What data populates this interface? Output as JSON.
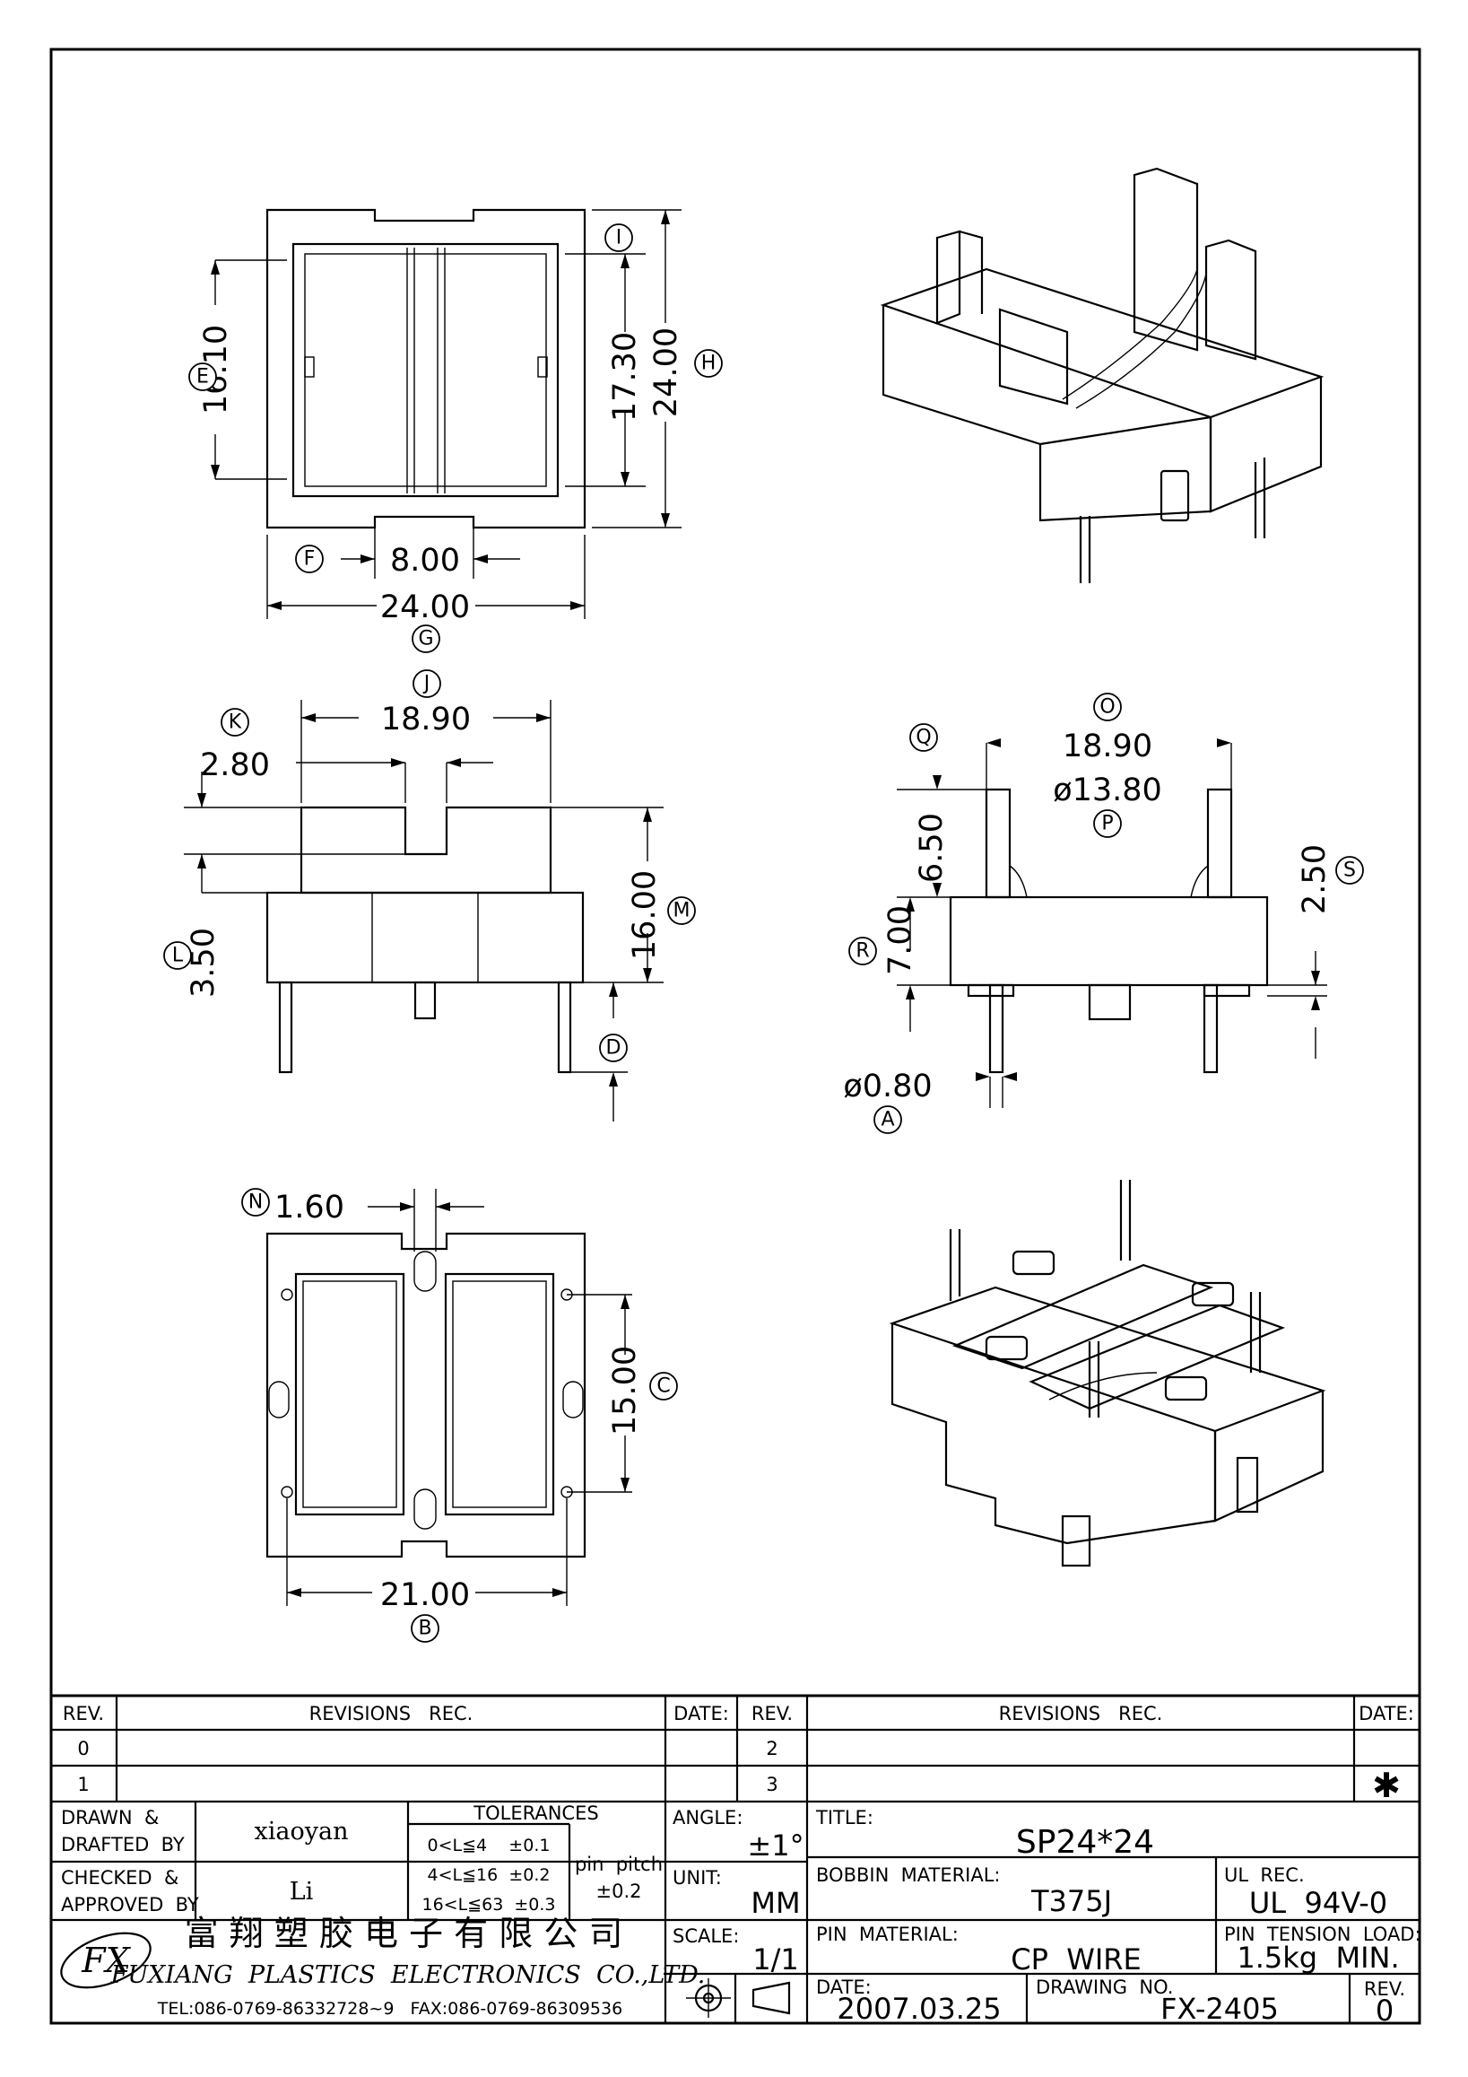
{
  "dimensions": {
    "top_view": {
      "E": "16.10",
      "I": "17.30",
      "H": "24.00",
      "F": "8.00",
      "G": "24.00"
    },
    "front_view": {
      "J": "18.90",
      "K": "2.80",
      "L": "3.50",
      "M": "16.00",
      "D": ""
    },
    "side_view": {
      "O": "18.90",
      "P": "ø13.80",
      "Q": "6.50",
      "R": "7.00",
      "S": "2.50",
      "A": "ø0.80"
    },
    "bottom_view": {
      "N": "1.60",
      "C": "15.00",
      "B": "21.00"
    }
  },
  "callouts": {
    "A": "A",
    "B": "B",
    "C": "C",
    "D": "D",
    "E": "E",
    "F": "F",
    "G": "G",
    "H": "H",
    "I": "I",
    "J": "J",
    "K": "K",
    "L": "L",
    "M": "M",
    "N": "N",
    "O": "O",
    "P": "P",
    "Q": "Q",
    "R": "R",
    "S": "S"
  },
  "title_block": {
    "rev_header": "REV.",
    "revisions_rec_header": "REVISIONS   REC.",
    "date_header": "DATE:",
    "rev_rows_left": [
      "0",
      "1"
    ],
    "rev_rows_right": [
      "2",
      "3"
    ],
    "current_rev_mark": "✱",
    "drawn_label_1": "DRAWN  &",
    "drawn_label_2": "DRAFTED  BY",
    "drawn_by": "xiaoyan",
    "checked_label_1": "CHECKED  &",
    "checked_label_2": "APPROVED  BY",
    "approved_by": "Li",
    "tolerances_label": "TOLERANCES",
    "tol_1": "0<L≦4    ±0.1",
    "tol_2": "4<L≦16  ±0.2",
    "tol_3": "16<L≦63  ±0.3",
    "pin_pitch_label": "pin  pitch",
    "pin_pitch_value": "±0.2",
    "angle_label": "ANGLE:",
    "angle_value": "±1°",
    "unit_label": "UNIT:",
    "unit_value": "MM",
    "scale_label": "SCALE:",
    "scale_value": "1/1",
    "title_label": "TITLE:",
    "title_value": "SP24*24",
    "bobbin_material_label": "BOBBIN  MATERIAL:",
    "bobbin_material_value": "T375J",
    "ul_rec_label": "UL  REC.",
    "ul_rec_value": "UL  94V-0",
    "pin_material_label": "PIN  MATERIAL:",
    "pin_material_value": "CP  WIRE",
    "pin_tension_label": "PIN  TENSION  LOAD:",
    "pin_tension_value": "1.5kg  MIN.",
    "date_label": "DATE:",
    "date_value": "2007.03.25",
    "drawing_no_label": "DRAWING  NO.",
    "drawing_no_value": "FX-2405",
    "rev_label": "REV.",
    "rev_value": "0"
  },
  "company": {
    "logo_text": "FX",
    "name_cn": "富 翔 塑 胶 电 子 有 限 公 司",
    "name_en": "FUXIANG  PLASTICS  ELECTRONICS  CO.,LTD.",
    "contact": "TEL:086-0769-86332728~9   FAX:086-0769-86309536"
  }
}
